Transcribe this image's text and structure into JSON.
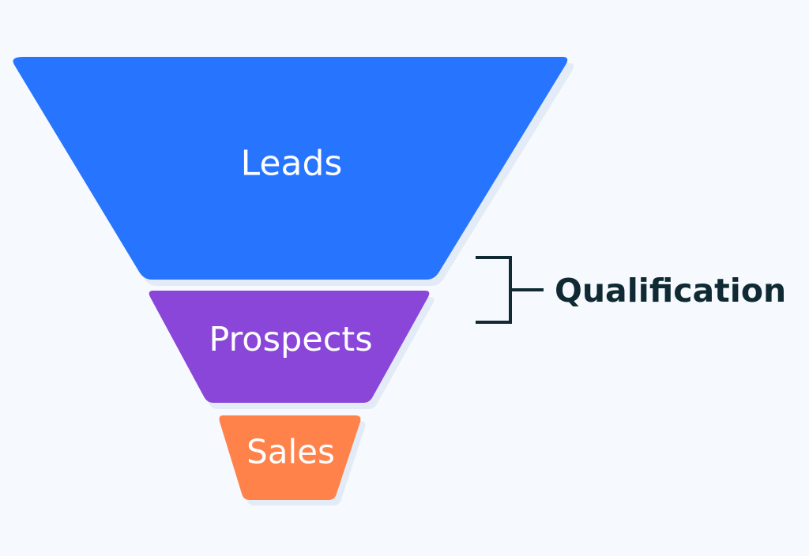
{
  "funnel": {
    "stages": [
      {
        "label": "Leads",
        "color": "#2775ff"
      },
      {
        "label": "Prospects",
        "color": "#8a45d9"
      },
      {
        "label": "Sales",
        "color": "#ff824b"
      }
    ]
  },
  "annotation": {
    "label": "Qualification",
    "color": "#0f2a33"
  },
  "colors": {
    "background": "#f6f9fd",
    "shadow": "#e3ebf7"
  }
}
